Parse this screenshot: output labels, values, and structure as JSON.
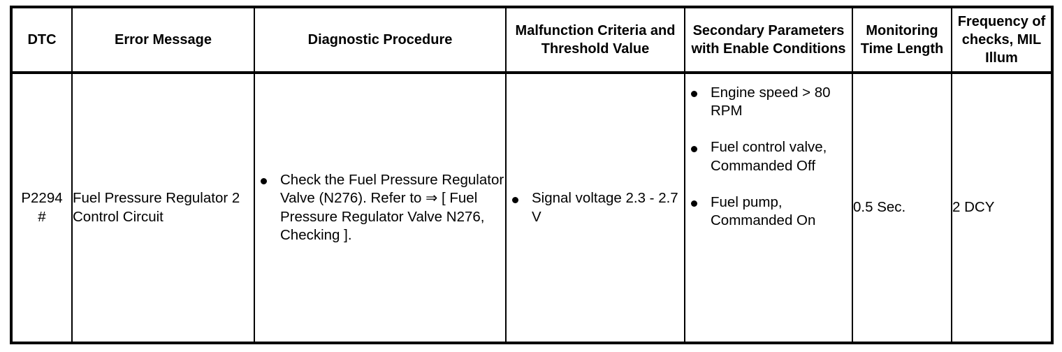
{
  "table": {
    "headers": [
      {
        "key": "dtc",
        "label": "DTC"
      },
      {
        "key": "error",
        "label": "Error Message"
      },
      {
        "key": "diagnostic",
        "label": "Diagnostic Procedure"
      },
      {
        "key": "criteria",
        "label": "Malfunction Criteria and Threshold Value"
      },
      {
        "key": "secondary",
        "label": "Secondary Parameters with Enable Conditions"
      },
      {
        "key": "monitoring",
        "label": "Monitoring Time Length"
      },
      {
        "key": "frequency",
        "label": "Frequency of checks, MIL Illum"
      }
    ],
    "rows": [
      {
        "dtc_code": "P2294",
        "dtc_marker": "#",
        "error_message": "Fuel Pressure Regulator 2 Control Circuit",
        "diagnostic_procedure": [
          "Check the Fuel Pressure Regulator Valve (N276). Refer to ⇒ [ Fuel Pressure Regulator Valve N276, Checking ]."
        ],
        "malfunction_criteria": [
          "Signal voltage 2.3 - 2.7 V"
        ],
        "secondary_parameters": [
          "Engine speed > 80 RPM",
          "Fuel control valve, Commanded Off",
          "Fuel pump, Commanded On"
        ],
        "monitoring_time_length": "0.5 Sec.",
        "frequency_of_checks": "2 DCY"
      }
    ]
  },
  "style": {
    "border_color": "#000000",
    "background_color": "#ffffff",
    "text_color": "#000000",
    "bullet_glyph": "●"
  }
}
